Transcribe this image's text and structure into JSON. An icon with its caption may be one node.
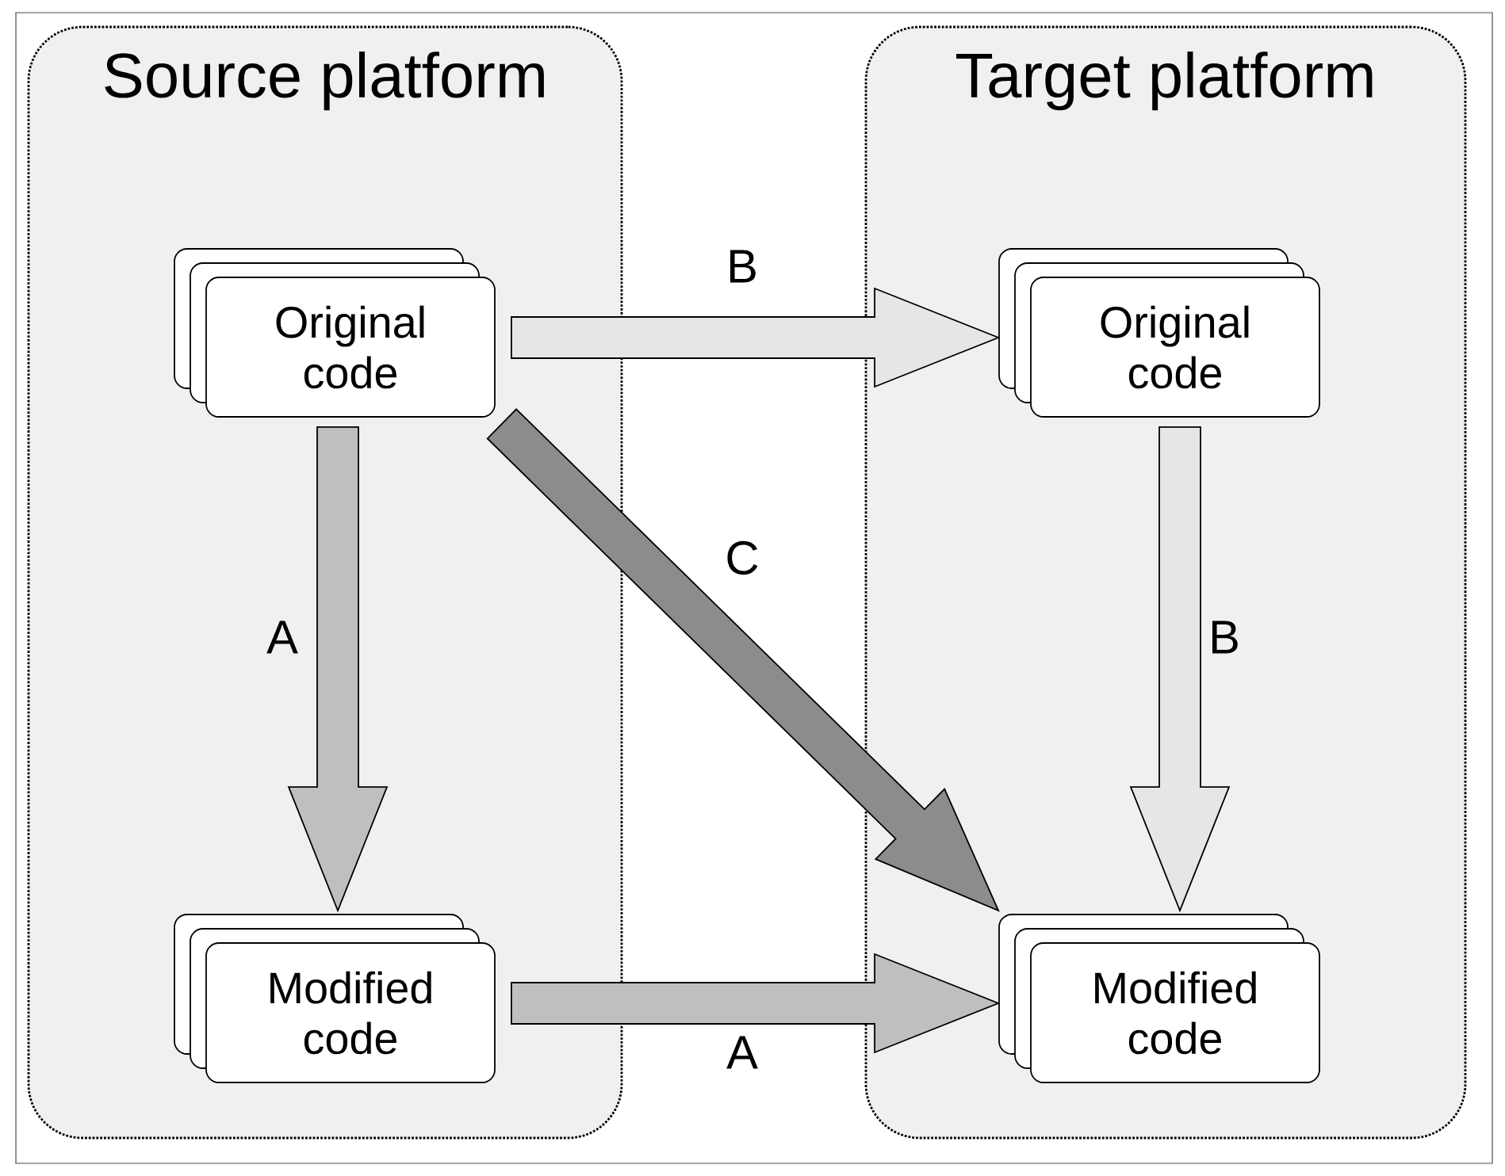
{
  "diagram": {
    "nodes": [
      {
        "text": [
          "Source platform"
        ]
      },
      {
        "text": [
          "Target platform"
        ]
      },
      {
        "text": [
          "Original code"
        ],
        "in": 0
      },
      {
        "text": [
          "Modified code"
        ],
        "in": 0
      },
      {
        "text": [
          "Original code"
        ],
        "in": 1
      },
      {
        "text": [
          "Modified code"
        ],
        "in": 1
      }
    ],
    "edges": [
      {
        "from": 2,
        "to": 4,
        "arrow": "to",
        "label": "B",
        "color": "#e6e6e6"
      },
      {
        "from": 2,
        "to": 3,
        "arrow": "to",
        "label": "A",
        "color": "#bfbfbf"
      },
      {
        "from": 2,
        "to": 5,
        "arrow": "to",
        "label": "C",
        "color": "#8c8c8c"
      },
      {
        "from": 4,
        "to": 5,
        "arrow": "to",
        "label": "B",
        "color": "#e6e6e6"
      },
      {
        "from": 3,
        "to": 5,
        "arrow": "to",
        "label": "A",
        "color": "#bfbfbf"
      }
    ]
  }
}
